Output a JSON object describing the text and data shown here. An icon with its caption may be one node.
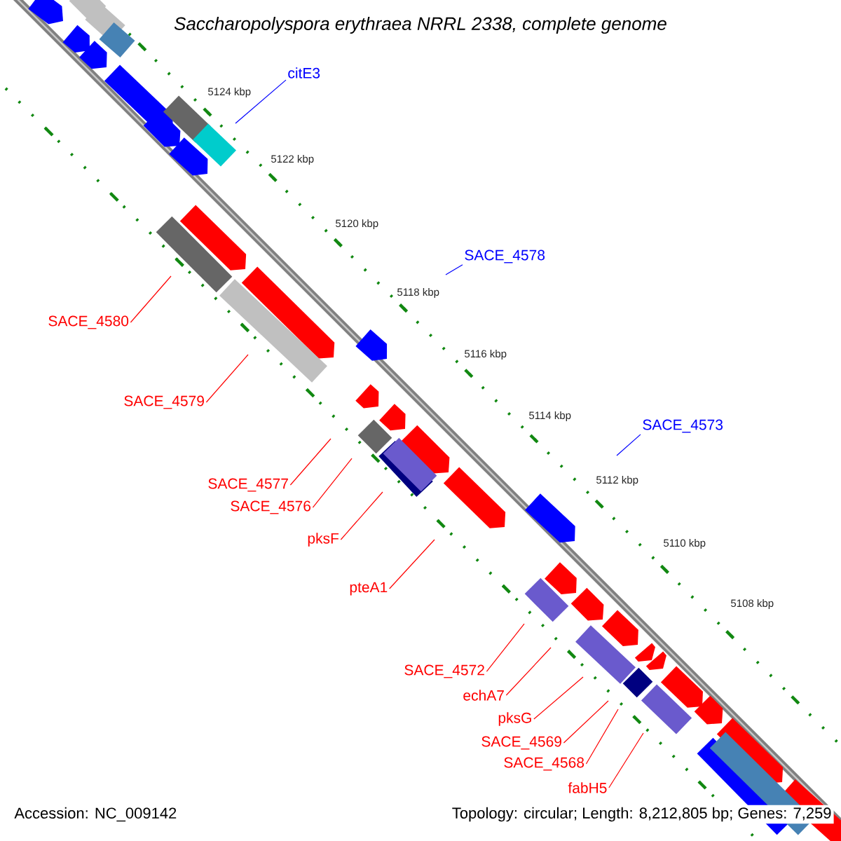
{
  "diagram": {
    "title": "Saccharopolyspora erythraea NRRL 2338, complete genome",
    "nodes": [
      {
        "text": [
          "citE3"
        ]
      },
      {
        "text": [
          "SACE_4578"
        ]
      },
      {
        "text": [
          "SACE_4573"
        ]
      },
      {
        "text": [
          "SACE_4580"
        ]
      },
      {
        "text": [
          "SACE_4579"
        ]
      },
      {
        "text": [
          "SACE_4577"
        ]
      },
      {
        "text": [
          "SACE_4576"
        ]
      },
      {
        "text": [
          "pksF"
        ]
      },
      {
        "text": [
          "pteA1"
        ]
      },
      {
        "text": [
          "SACE_4572"
        ]
      },
      {
        "text": [
          "echA7"
        ]
      },
      {
        "text": [
          "pksG"
        ]
      },
      {
        "text": [
          "SACE_4569"
        ]
      },
      {
        "text": [
          "SACE_4568"
        ]
      },
      {
        "text": [
          "fabH5"
        ]
      }
    ],
    "edges": [
      {
        "from": 0,
        "to": null,
        "arrow": "none",
        "color": "#0000ff"
      },
      {
        "from": 1,
        "to": null,
        "arrow": "none",
        "color": "#0000ff"
      },
      {
        "from": 2,
        "to": null,
        "arrow": "none",
        "color": "#0000ff"
      },
      {
        "from": 3,
        "to": null,
        "arrow": "none"
      },
      {
        "from": 4,
        "to": null,
        "arrow": "none"
      },
      {
        "from": 5,
        "to": null,
        "arrow": "none"
      },
      {
        "from": 6,
        "to": null,
        "arrow": "none"
      },
      {
        "from": 7,
        "to": null,
        "arrow": "none"
      },
      {
        "from": 8,
        "to": null,
        "arrow": "none"
      },
      {
        "from": 9,
        "to": null,
        "arrow": "none"
      },
      {
        "from": 10,
        "to": null,
        "arrow": "none"
      },
      {
        "from": 11,
        "to": null,
        "arrow": "none"
      },
      {
        "from": 12,
        "to": null,
        "arrow": "none"
      },
      {
        "from": 13,
        "to": null,
        "arrow": "none"
      },
      {
        "from": 14,
        "to": null,
        "arrow": "none"
      }
    ],
    "labels": [
      "5124 kbp",
      "5122 kbp",
      "5120 kbp",
      "5118 kbp",
      "5116 kbp",
      "5114 kbp",
      "5112 kbp",
      "5110 kbp",
      "5108 kbp",
      "Accession: NC_009142",
      "Topology: circular; Length: 8,212,805 bp; Genes: 7,259"
    ]
  }
}
